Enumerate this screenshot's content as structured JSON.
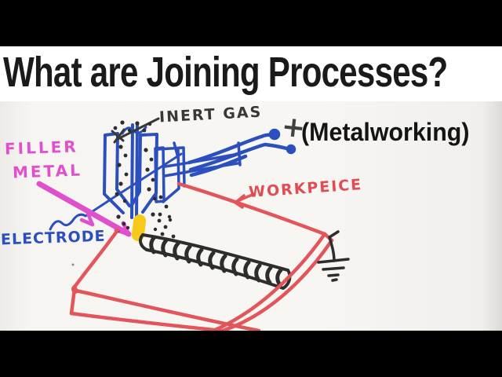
{
  "title_card": {
    "title": "What are Joining Processes?",
    "subtitle": "(Metalworking)"
  },
  "diagram": {
    "labels": {
      "inert_gas": "INERT GAS",
      "filler_metal_line1": "FILLER",
      "filler_metal_line2": "METAL",
      "electrode": "ELECTRODE",
      "workpiece": "WORKPEICE",
      "polarity_plus": "+"
    },
    "colors": {
      "torch_blue": "#2c4fbe",
      "filler_magenta": "#df50cc",
      "workpiece_red": "#e2555a",
      "workpiece_label_red": "#e14b52",
      "arc_yellow": "#f6ca1b",
      "marker_black": "#2d2d2d",
      "ink_gray": "#383838",
      "title_black": "#1a1a1a",
      "paper_white": "#f7f5f2",
      "letterbox_black": "#000000"
    }
  }
}
